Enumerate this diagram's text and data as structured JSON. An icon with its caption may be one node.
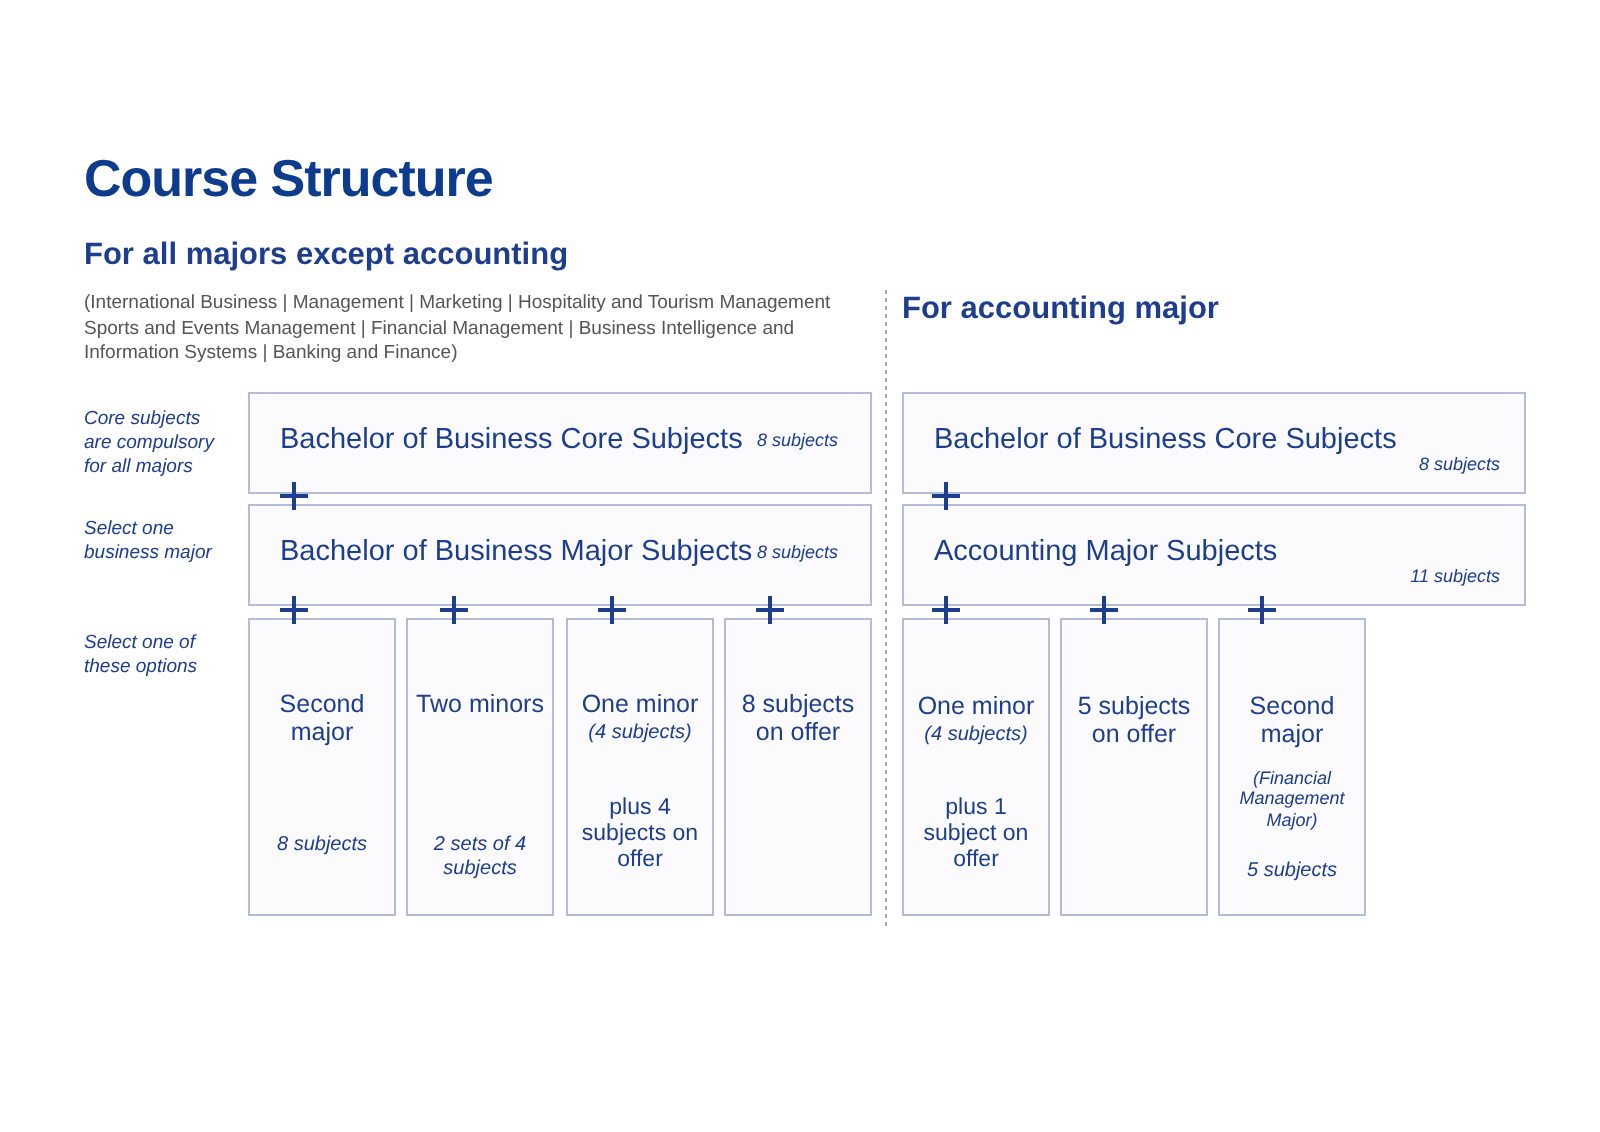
{
  "diagram": {
    "title": "Course Structure",
    "nodes": [
      {
        "text": [
          "Bachelor of Business Core Subjects",
          "8 subjects"
        ]
      },
      {
        "text": [
          "Bachelor of Business Major Subjects",
          "8 subjects"
        ]
      },
      {
        "text": [
          "Second major",
          "8 subjects"
        ]
      },
      {
        "text": [
          "Two minors",
          "2 sets of 4 subjects"
        ]
      },
      {
        "text": [
          "One minor",
          "(4 subjects)",
          "plus 4 subjects on offer"
        ]
      },
      {
        "text": [
          "8 subjects on offer"
        ]
      },
      {
        "text": [
          "Bachelor of Business Core Subjects",
          "8 subjects"
        ]
      },
      {
        "text": [
          "Accounting Major Subjects",
          "11 subjects"
        ]
      },
      {
        "text": [
          "One minor",
          "(4 subjects)",
          "plus 1 subject on offer"
        ]
      },
      {
        "text": [
          "5 subjects on offer"
        ]
      },
      {
        "text": [
          "Second major",
          "(Financial Management Major)",
          "5 subjects"
        ]
      }
    ],
    "labels": [
      "For all majors except accounting",
      "(International Business | Management | Marketing | Hospitality and Tourism Management Sports and Events Management | Financial Management | Business Intelligence and Information Systems | Banking and Finance)",
      "For accounting major",
      "Core subjects are compulsory for all majors",
      "Select one business major",
      "Select one of these options"
    ]
  }
}
